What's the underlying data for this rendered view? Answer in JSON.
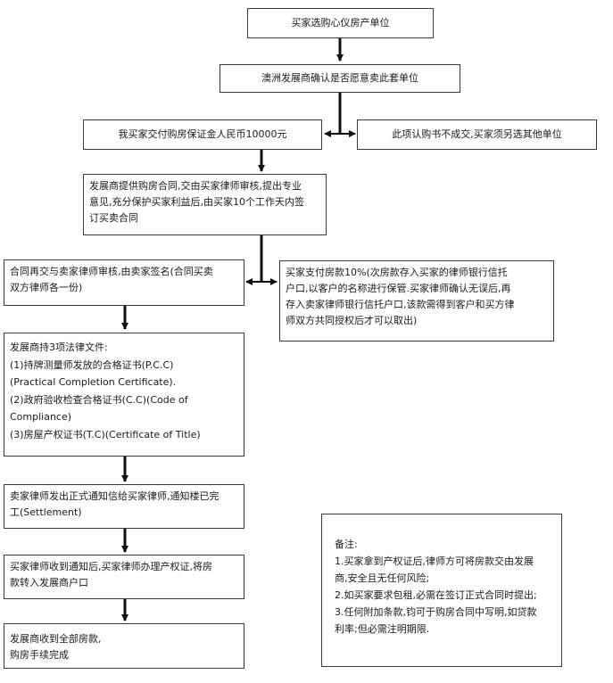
{
  "flow": {
    "step1": "买家选购心仪房产单位",
    "step2": "澳洲发展商确认是否愿意卖此套单位",
    "step3": "我买家交付购房保证金人民币10000元",
    "step3_alt": "此项认购书不成交,买家须另选其他单位",
    "step4_lines": [
      "发展商提供购房合同,交由买家律师审核,提出专业",
      "意见,充分保护买家利益后,由买家10个工作天内签",
      "订买卖合同"
    ],
    "step5_lines": [
      "合同再交与卖家律师审核,由卖家签名(合同买卖",
      "双方律师各一份)"
    ],
    "step5_side_lines": [
      "买家支付房款10%(次房款存入买家的律师银行信托",
      "户口,以客户的名称进行保管.买家律师确认无误后,再",
      "存入卖家律师银行信托户口,该款需得到客户和买方律",
      "师双方共同授权后才可以取出)"
    ],
    "step6_lines": [
      "发展商持3项法律文件:",
      "(1)持牌测量师发放的合格证书(P.C.C)",
      "(Practical Completion Certificate).",
      "(2)政府验收检查合格证书(C.C)(Code of",
      "Compliance)",
      "(3)房屋产权证书(T.C)(Certificate of Title)"
    ],
    "step7_lines": [
      "卖家律师发出正式通知信给买家律师,通知楼已完",
      "工(Settlement)"
    ],
    "step8_lines": [
      "买家律师收到通知后,买家律师办理产权证,将房",
      "款转入发展商户口"
    ],
    "step9_lines": [
      "发展商收到全部房款,",
      "购房手续完成"
    ]
  },
  "notes": {
    "title": "备注:",
    "lines": [
      "1.买家拿到产权证后,律师方可将房款交由发展",
      "商,安全且无任何风险;",
      "2.如买家要求包租,必需在签订正式合同时提出;",
      "3.任何附加条款,钧可于购房合同中写明,如贷款",
      "利率;但必需注明期限."
    ]
  }
}
